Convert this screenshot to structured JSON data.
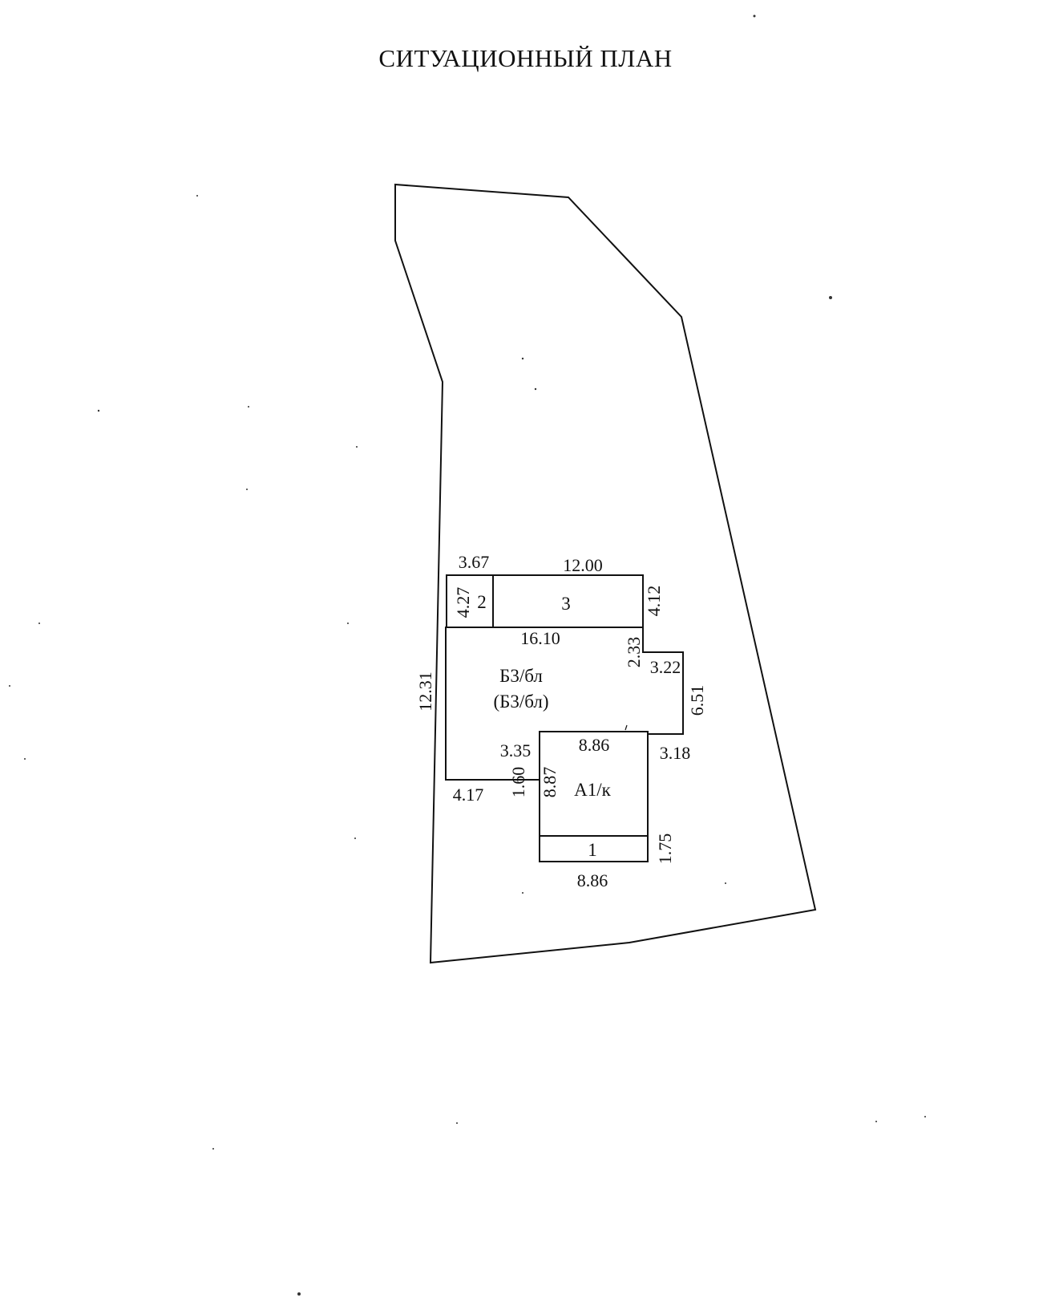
{
  "title": "СИТУАЦИОННЫЙ ПЛАН",
  "rooms": {
    "r2": "2",
    "r3": "3",
    "main_1": "Б3/бл",
    "main_2": "(Б3/бл)",
    "a1": "А1/к",
    "r1": "1"
  },
  "dimensions": {
    "d_3_67": "3.67",
    "d_12_00": "12.00",
    "d_4_27": "4.27",
    "d_4_12": "4.12",
    "d_16_10": "16.10",
    "d_2_33": "2.33",
    "d_3_22": "3.22",
    "d_12_31": "12.31",
    "d_6_51": "6.51",
    "d_8_86_top": "8.86",
    "d_3_35": "3.35",
    "d_3_18": "3.18",
    "d_1_60": "1.60",
    "d_8_87": "8.87",
    "d_4_17": "4.17",
    "d_1_75": "1.75",
    "d_8_86_bottom": "8.86"
  },
  "colors": {
    "ink": "#111111",
    "paper": "#ffffff"
  }
}
